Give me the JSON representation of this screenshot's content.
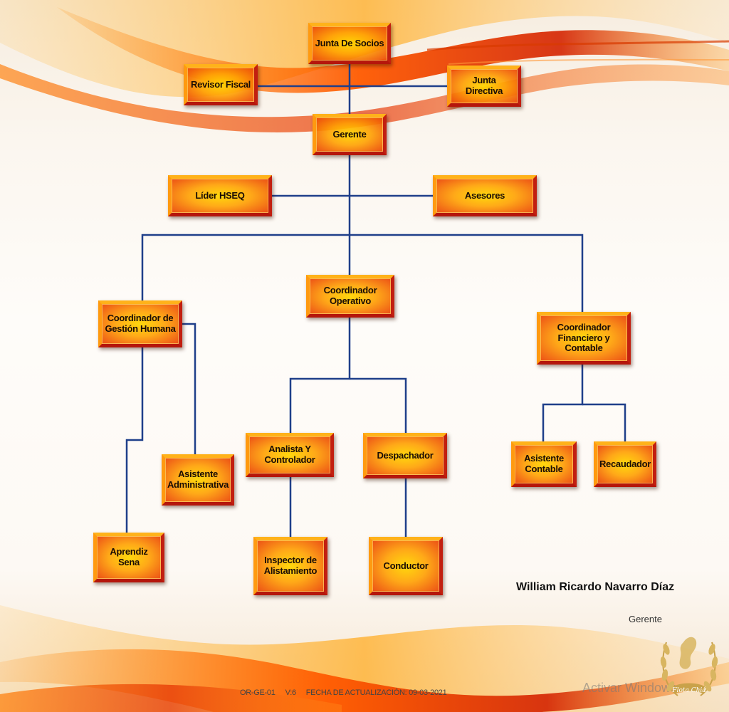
{
  "org_chart": {
    "nodes": {
      "junta_socios": "Junta De Socios",
      "revisor_fiscal": "Revisor Fiscal",
      "junta_directiva": "Junta Directiva",
      "gerente": "Gerente",
      "lider_hseq": "Líder  HSEQ",
      "asesores": "Asesores",
      "coord_gestion_humana": "Coordinador de\nGestión Humana",
      "coord_operativo": "Coordinador\nOperativo",
      "coord_financiero": "Coordinador\nFinanciero y Contable",
      "asistente_administrativa": "Asistente\nAdministrativa",
      "aprendiz_sena": "Aprendiz Sena",
      "analista_controlador": "Analista Y\nControlador",
      "despachador": "Despachador",
      "inspector_alistamiento": "Inspector de\nAlistamiento",
      "conductor": "Conductor",
      "asistente_contable": "Asistente\nContable",
      "recaudador": "Recaudador"
    },
    "edges": [
      [
        "junta_socios",
        "gerente"
      ],
      [
        "revisor_fiscal",
        "junta_directiva"
      ],
      [
        "gerente",
        "lider_hseq"
      ],
      [
        "gerente",
        "asesores"
      ],
      [
        "gerente",
        "coord_gestion_humana"
      ],
      [
        "gerente",
        "coord_operativo"
      ],
      [
        "gerente",
        "coord_financiero"
      ],
      [
        "coord_gestion_humana",
        "asistente_administrativa"
      ],
      [
        "coord_gestion_humana",
        "aprendiz_sena"
      ],
      [
        "coord_operativo",
        "analista_controlador"
      ],
      [
        "coord_operativo",
        "despachador"
      ],
      [
        "analista_controlador",
        "inspector_alistamiento"
      ],
      [
        "despachador",
        "conductor"
      ],
      [
        "coord_financiero",
        "asistente_contable"
      ],
      [
        "coord_financiero",
        "recaudador"
      ]
    ],
    "line_color": "#1f3f8a",
    "box_colors": [
      "#ffd400",
      "#ff9a00",
      "#d8270d"
    ]
  },
  "signature": {
    "name": "William Ricardo Navarro Díaz",
    "role": "Gerente"
  },
  "footer": {
    "code": "OR-GE-01",
    "version": "V:6",
    "update": "FECHA DE ACTUALIZACIÓN: 09-03-2021"
  },
  "watermark": "Activar Windows",
  "seal_text": "Flota Chiá"
}
